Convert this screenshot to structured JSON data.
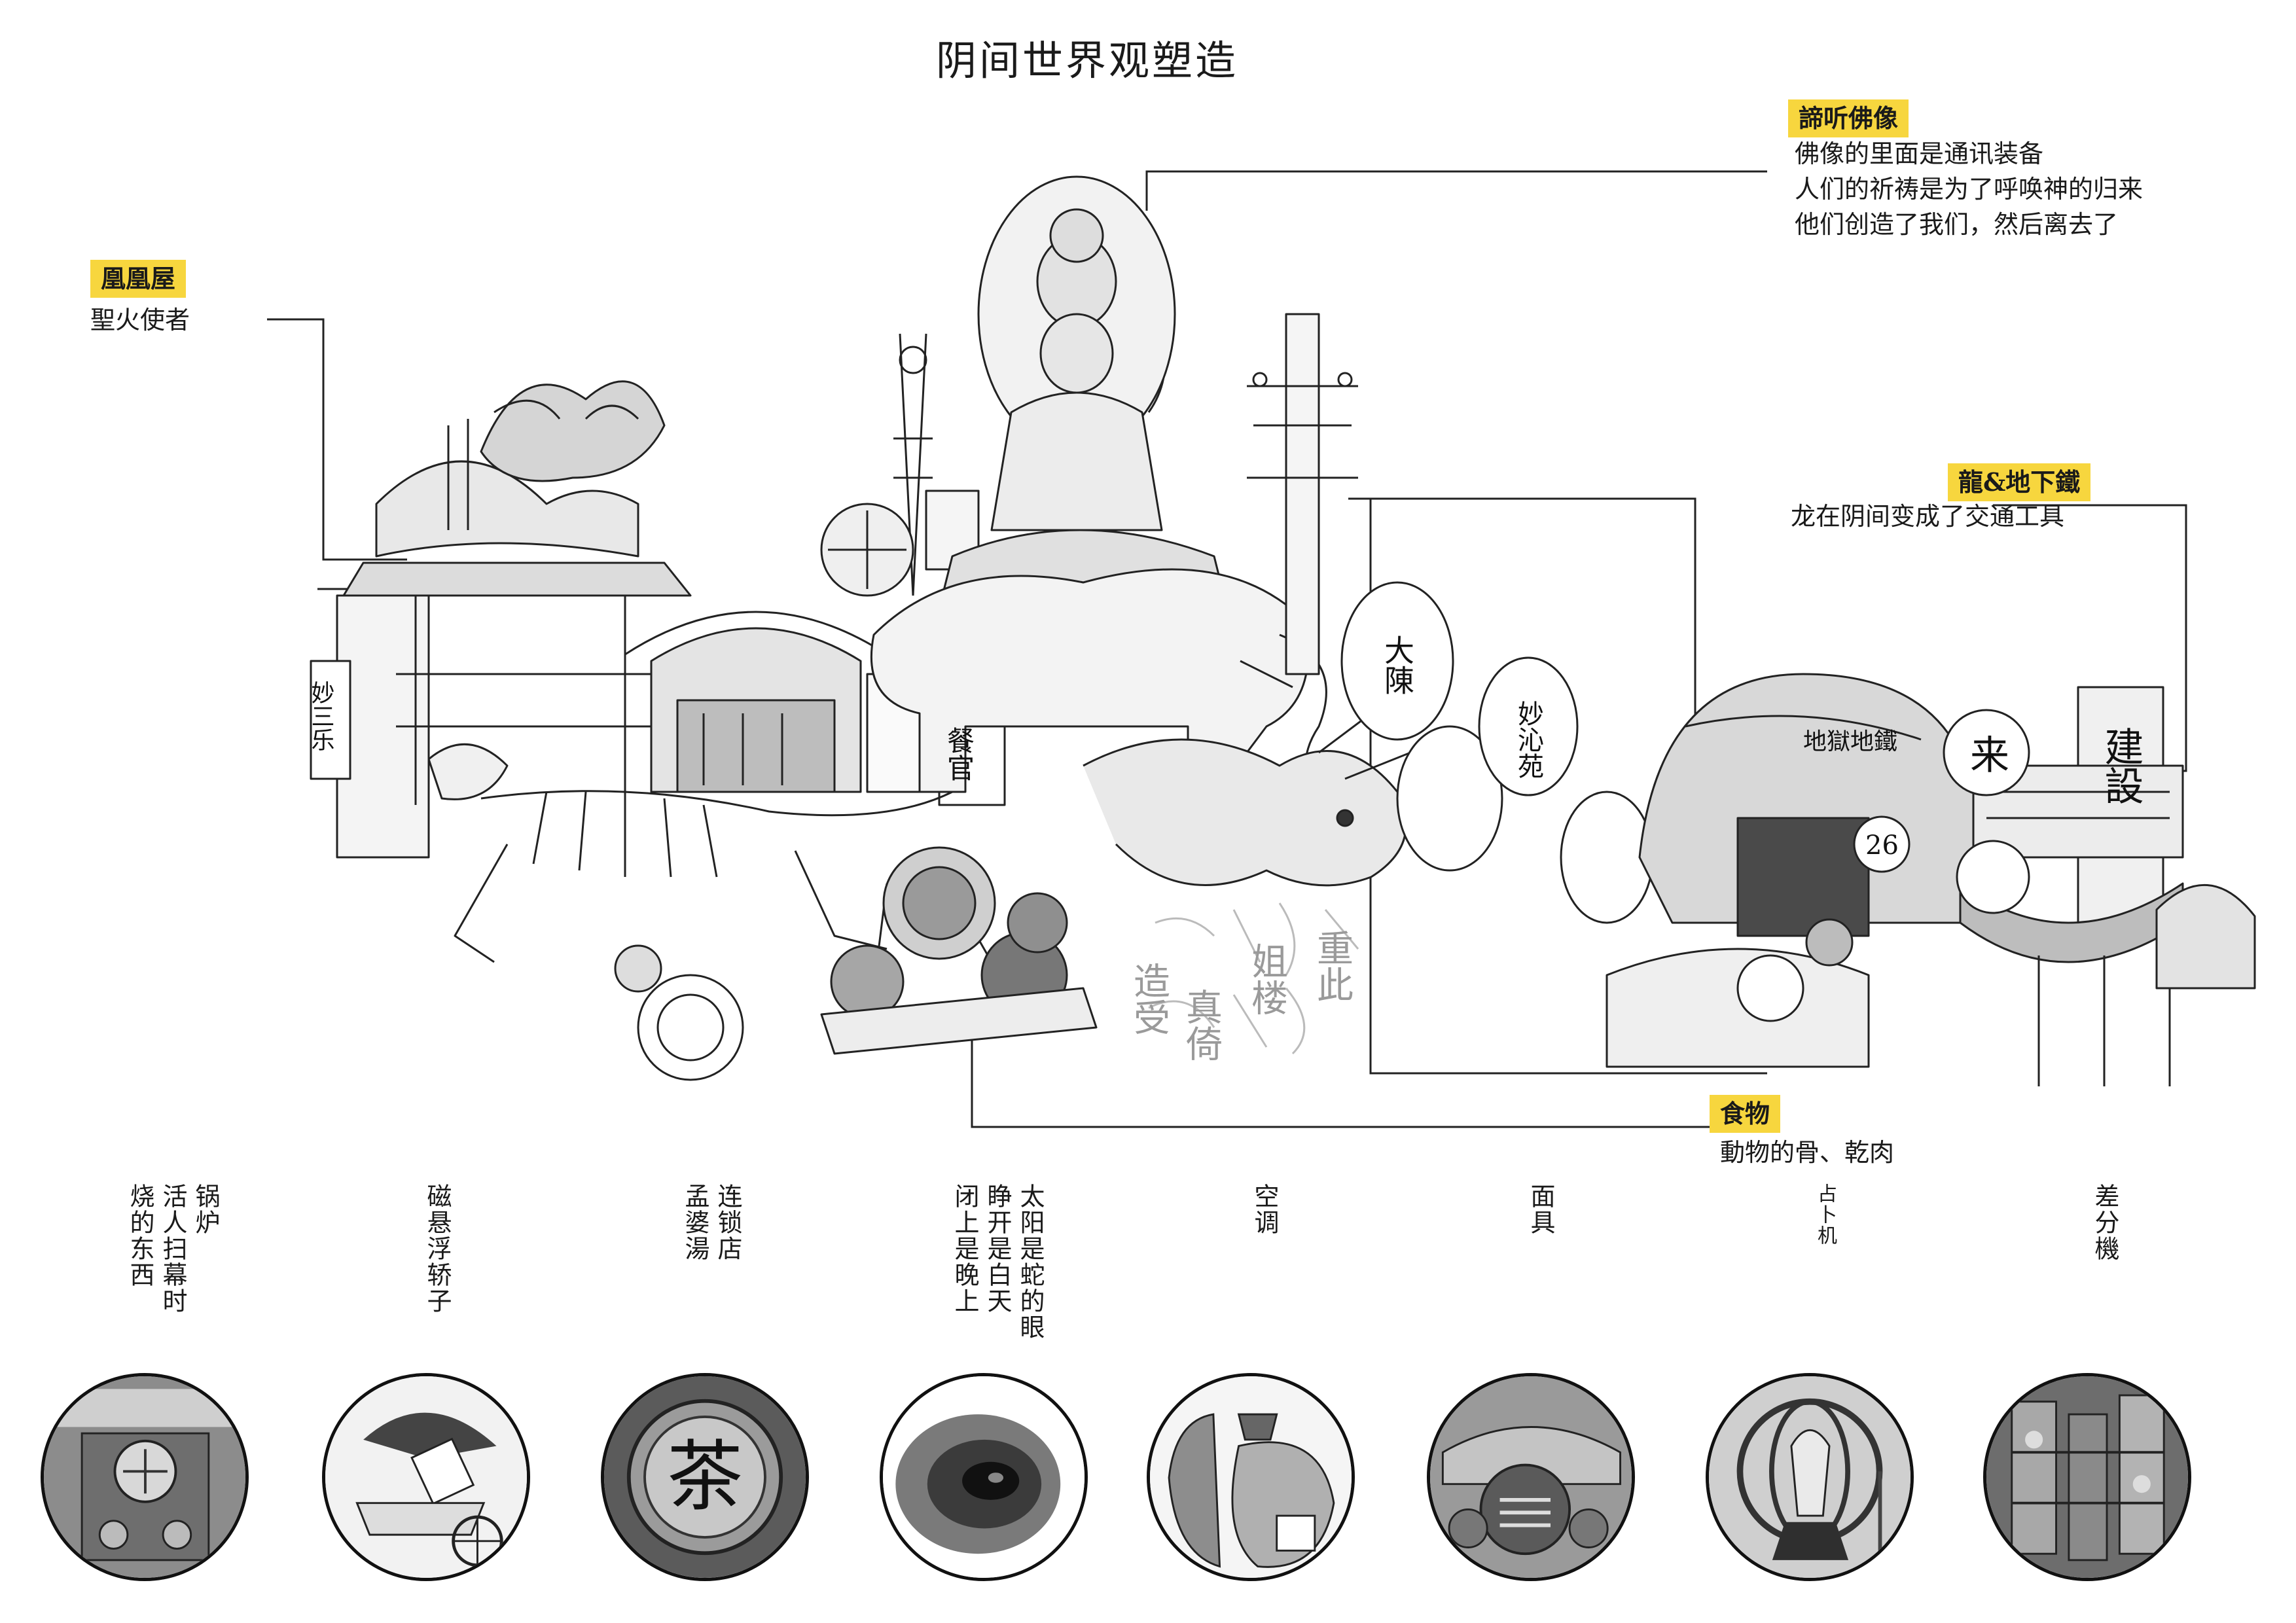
{
  "title": "阴间世界观塑造",
  "accent_color": "#f7d63e",
  "callouts": {
    "phoenix": {
      "tag": "凰凰屋",
      "lines": [
        "聖火使者"
      ]
    },
    "buddha": {
      "tag": "諦听佛像",
      "lines": [
        "佛像的里面是通讯装备",
        "人们的祈祷是为了呼唤神的归来",
        "他们创造了我们，然后离去了"
      ]
    },
    "dragon": {
      "tag": "龍&地下鐵",
      "lines": [
        "龙在阴间变成了交通工具"
      ]
    },
    "food": {
      "tag": "食物",
      "lines": [
        "動物的骨、乾肉"
      ]
    }
  },
  "items": [
    {
      "label_cols": [
        "锅炉",
        "活人扫幕时",
        "烧的东西"
      ],
      "icon": "boiler-icon"
    },
    {
      "label_cols": [
        "磁悬浮轿子"
      ],
      "icon": "sedan-icon"
    },
    {
      "label_cols": [
        "连锁店",
        "孟婆湯"
      ],
      "icon": "tea-sign-icon",
      "sign_text": "茶"
    },
    {
      "label_cols": [
        "太阳是蛇的眼",
        "睁开是白天",
        "闭上是晚上"
      ],
      "icon": "snake-eye-icon"
    },
    {
      "label_cols": [
        "空调"
      ],
      "icon": "air-conditioner-icon"
    },
    {
      "label_cols": [
        "面具"
      ],
      "icon": "mask-icon"
    },
    {
      "label_cols": [
        "占卜机"
      ],
      "icon": "divination-machine-icon"
    },
    {
      "label_cols": [
        "差分機"
      ],
      "icon": "difference-engine-icon"
    }
  ],
  "illustration_signs": {
    "left_banner": "妙三乐",
    "shop_sign": "餐官",
    "round_signs": [
      "大陳",
      "妙沁苑"
    ],
    "right_tower": "建設",
    "roof_sign": "来",
    "number_badge": "26",
    "calligraphy": [
      "造受",
      "真倚",
      "姐楼",
      "重此"
    ],
    "metro_sign": "地獄地鐵"
  }
}
